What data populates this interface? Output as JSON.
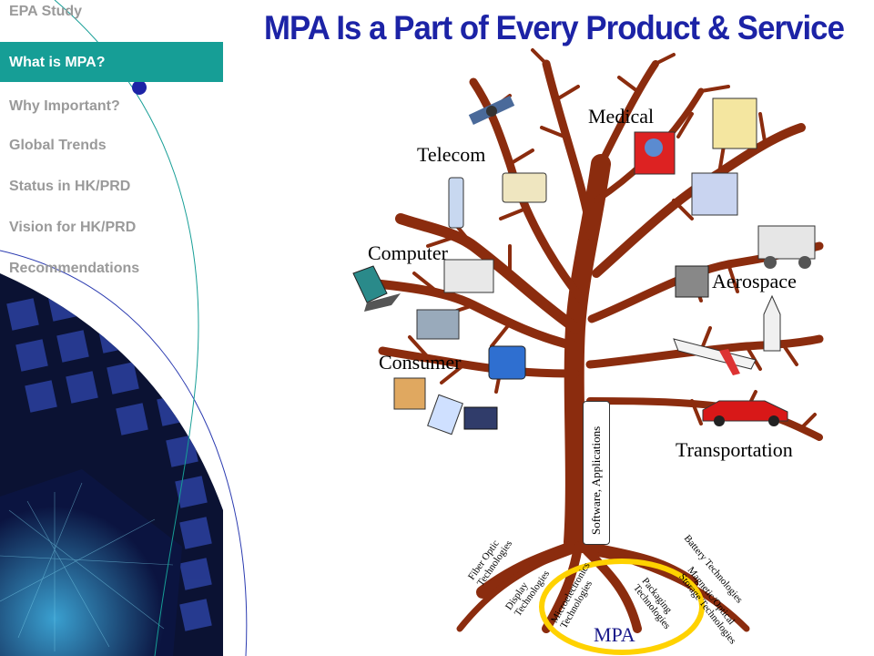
{
  "sidebar": {
    "items": [
      {
        "label": "EPA Study"
      },
      {
        "label": "What is MPA?",
        "active": true
      },
      {
        "label": "Why Important?"
      },
      {
        "label": "Global Trends"
      },
      {
        "label": "Status in HK/PRD"
      },
      {
        "label": "Vision for HK/PRD"
      },
      {
        "label": "Recommendations"
      }
    ]
  },
  "slide": {
    "title": "MPA Is a Part of Every Product & Service",
    "branches": [
      "Medical",
      "Telecom",
      "Computer",
      "Aerospace",
      "Consumer",
      "Transportation"
    ],
    "trunk_label": "Software, Applications",
    "roots": [
      "Fiber Optic\nTechnologies",
      "Display\nTechnologies",
      "Microelectronics\nTechnologies",
      "Packaging\nTechnologies",
      "Magnetic/Optical\nStorage Technologies",
      "Battery Technologies"
    ],
    "base_label": "MPA"
  },
  "colors": {
    "accent": "#169e96",
    "title": "#1c23a6",
    "tree": "#8b2c0e",
    "wafer": "#1a2a6a",
    "base_ring": "#ffd200"
  }
}
